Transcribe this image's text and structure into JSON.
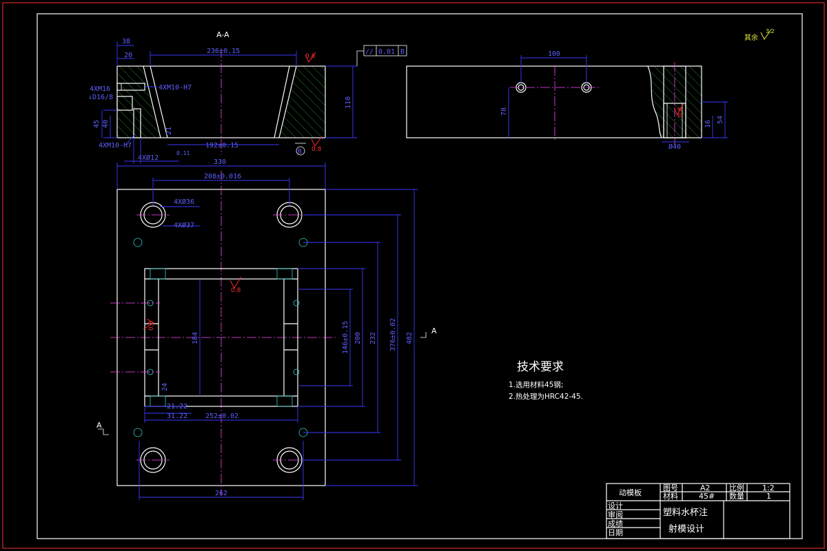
{
  "views": {
    "section_label": "A-A",
    "section_mark_left": "A",
    "section_mark_right": "A"
  },
  "top_section_dims": {
    "d38": "38",
    "d20": "20",
    "d236": "236±0.15",
    "d192": "192±0.15",
    "d110": "110",
    "d45": "45",
    "d40": "40",
    "m16": "4XM16",
    "depth": "↓D16/8",
    "m10_1": "4XM10-H7",
    "m10_2": "4XM10-H7",
    "d21": "21",
    "dia12": "4XØ12",
    "d011": "0.11"
  },
  "tolerance_frame": {
    "symbol": "//",
    "value": "0.01",
    "datum": "B"
  },
  "roughness": {
    "r1": "0.8",
    "r2": "0.8",
    "r3": "0.8",
    "r4": "0.8",
    "r5": "0.8",
    "rest_label": "其余",
    "rest_value": "3.2"
  },
  "datum_b": "B",
  "side_view_dims": {
    "d100": "100",
    "d78": "78",
    "d54": "54",
    "d16": "16",
    "dia40": "Ø40"
  },
  "plan_view_dims": {
    "d330": "330",
    "d208": "208±0.016",
    "c36": "4XØ36",
    "c37": "4XØ37",
    "d184": "184",
    "d146": "146±0.15",
    "d200": "200",
    "d232": "232",
    "d376": "376±0.02",
    "d482": "482",
    "d21_22": "21.22",
    "d31_22": "31.22",
    "d252": "252±0.02",
    "d262": "262",
    "d24": "24"
  },
  "tech_requirements": {
    "title": "技术要求",
    "items": [
      "1.选用材料45钢;",
      "2.热处理为HRC42-45."
    ]
  },
  "title_block": {
    "part_name": "动模板",
    "drawing_no_label": "图号",
    "drawing_no": "A2",
    "scale_label": "比例",
    "scale": "1:2",
    "material_label": "材料",
    "material": "45#",
    "qty_label": "数量",
    "qty": "1",
    "design": "设计",
    "check": "审阅",
    "score": "成绩",
    "date": "日期",
    "project_line1": "塑料水杯注",
    "project_line2": "射模设计"
  }
}
